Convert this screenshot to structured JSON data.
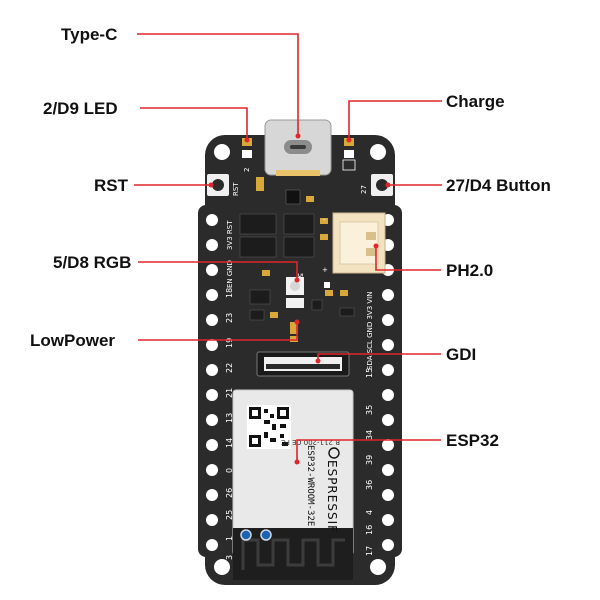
{
  "callouts": {
    "type_c": "Type-C",
    "led": "2/D9 LED",
    "charge": "Charge",
    "rst": "RST",
    "button": "27/D4 Button",
    "rgb": "5/D8 RGB",
    "ph20": "PH2.0",
    "lowpower": "LowPower",
    "gdi": "GDI",
    "esp32": "ESP32"
  },
  "silkscreen": {
    "led_pin": "2",
    "rst": "RST",
    "btn_pin": "27",
    "left_top": "3V3 RST",
    "left_mid": "EN GND",
    "right_top": "SDA SCL GND 3V3 VIN",
    "rgb_num": "5",
    "plus": "+",
    "minus": "-"
  },
  "left_pins": [
    "18",
    "23",
    "19",
    "22",
    "21",
    "13",
    "14",
    "0",
    "26",
    "25",
    "1",
    "3"
  ],
  "right_pins": [
    "15",
    "35",
    "34",
    "39",
    "36",
    "4",
    "16",
    "17"
  ],
  "module": {
    "model": "ESP32-WROOM-32E",
    "brand": "ESPRESSIF",
    "cert": "R 211-200\nCE FC"
  },
  "colors": {
    "board": "#2b2b2b",
    "accent_line": "#e0262b",
    "connector": "#f3e2c0",
    "module_shield": "#e9e9e9",
    "pad": "#ffffff"
  }
}
